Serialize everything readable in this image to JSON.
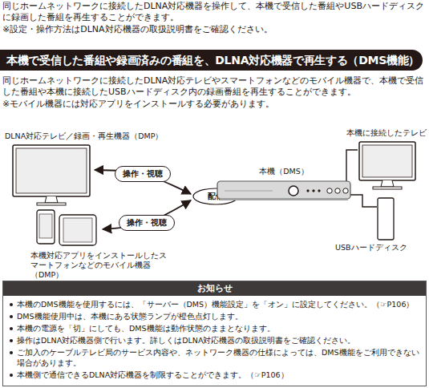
{
  "diagram": {
    "title": "本機で受信した番組や録画済みの番組を、DLNA対応機器で再生する（DMS機能）",
    "nodes": [
      {
        "text": [
          "DLNA対応テレビ／録画・再生機器（DMP）"
        ]
      },
      {
        "text": [
          "本機対応アプリをインストールしたスマートフォンなどのモバイル機器（DMP）"
        ]
      },
      {
        "text": [
          "配信"
        ]
      },
      {
        "text": [
          "本機（DMS）"
        ]
      },
      {
        "text": [
          "本機に接続したテレビ"
        ]
      },
      {
        "text": [
          "USBハードディスク"
        ]
      },
      {
        "text": [
          "お知らせ",
          "本機のDMS機能を使用するには、「サーバー（DMS）機能設定」を「オン」に設定してください。（☞P106）",
          "DMS機能使用中は、本機にある状態ランプが橙色点灯します。",
          "本機の電源を「切」にしても、DMS機能は動作状態のままとなります。",
          "操作はDLNA対応機器側で行います。詳しくはDLNA対応機器の取扱説明書をご確認ください。",
          "ご加入のケーブルテレビ局のサービス内容や、ネットワーク機器の仕様によっては、DMS機能をご利用できない場合があります。",
          "本機側で通信できるDLNA対応機器を制限することができます。（☞P106）"
        ]
      }
    ],
    "edges": [
      {
        "from": 0,
        "to": 2,
        "label": "操作・視聴",
        "arrow": "both"
      },
      {
        "from": 1,
        "to": 2,
        "label": "操作・視聴",
        "arrow": "both"
      },
      {
        "from": 3,
        "to": 4,
        "arrow": "none"
      },
      {
        "from": 3,
        "to": 5,
        "arrow": "none"
      }
    ],
    "labels": [
      "同じホームネットワークに接続したDLNA対応機器を操作して、本機で受信した番組やUSBハードディスクに録画した番組を再生することができます。",
      "※設定・操作方法はDLNA対応機器の取扱説明書をご確認ください。",
      "同じホームネットワークに接続したDLNA対応テレビやスマートフォンなどのモバイル機器で、本機で受信した番組や本機に接続したUSBハードディスク内の録画番組を再生することができます。",
      "※モバイル機器には対応アプリをインストールする必要があります。"
    ]
  }
}
